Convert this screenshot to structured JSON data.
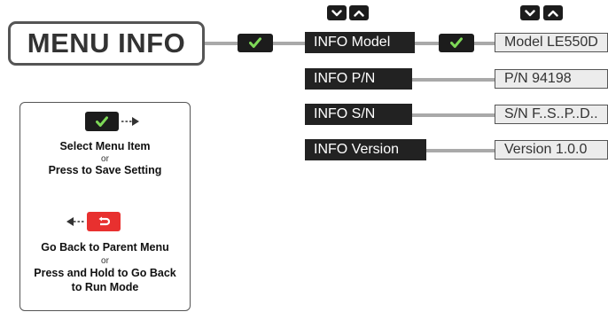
{
  "menu": {
    "title": "MENU INFO"
  },
  "items": [
    {
      "label": "INFO Model",
      "value": "Model LE550D"
    },
    {
      "label": "INFO P/N",
      "value": "P/N 94198"
    },
    {
      "label": "INFO S/N",
      "value": "S/N F..S..P..D.."
    },
    {
      "label": "INFO Version",
      "value": "Version 1.0.0"
    }
  ],
  "legend": {
    "select_label": "Select Menu Item",
    "or_1": "or",
    "save_label": "Press to Save Setting",
    "back_label": "Go Back to Parent Menu",
    "or_2": "or",
    "hold_label_line1": "Press and Hold to Go Back",
    "hold_label_line2": "to Run Mode"
  },
  "colors": {
    "check_green": "#7ed957",
    "back_red": "#e8302f",
    "connector_gray": "#a9a9a9"
  },
  "icons": {
    "check": "check-icon",
    "up": "chevron-up-icon",
    "down": "chevron-down-icon",
    "back": "return-arrow-icon",
    "forward": "dashed-arrow-right-icon",
    "backward": "dashed-arrow-left-icon"
  }
}
